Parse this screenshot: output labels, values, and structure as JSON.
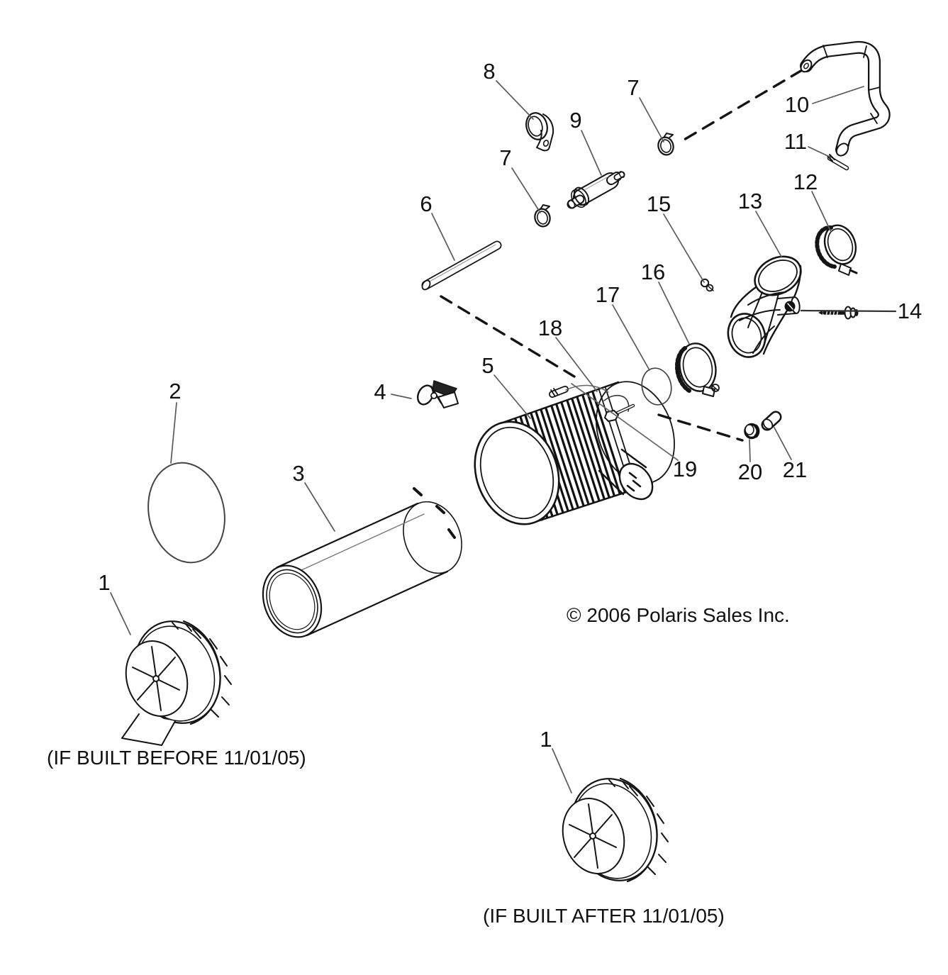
{
  "diagram": {
    "copyright": "© 2006 Polaris Sales Inc.",
    "captions": {
      "before": "(IF BUILT BEFORE 11/01/05)",
      "after": "(IF BUILT AFTER 11/01/05)"
    },
    "callouts": {
      "n1_left": "1",
      "n1_right": "1",
      "n2": "2",
      "n3": "3",
      "n4": "4",
      "n5": "5",
      "n6": "6",
      "n7_mid": "7",
      "n7_right": "7",
      "n8": "8",
      "n9": "9",
      "n10": "10",
      "n11": "11",
      "n12": "12",
      "n13": "13",
      "n14": "14",
      "n15": "15",
      "n16": "16",
      "n17": "17",
      "n18": "18",
      "n19": "19",
      "n20": "20",
      "n21": "21"
    },
    "colors": {
      "line": "#141414",
      "leader": "#5a5a5a",
      "background": "#ffffff"
    }
  }
}
